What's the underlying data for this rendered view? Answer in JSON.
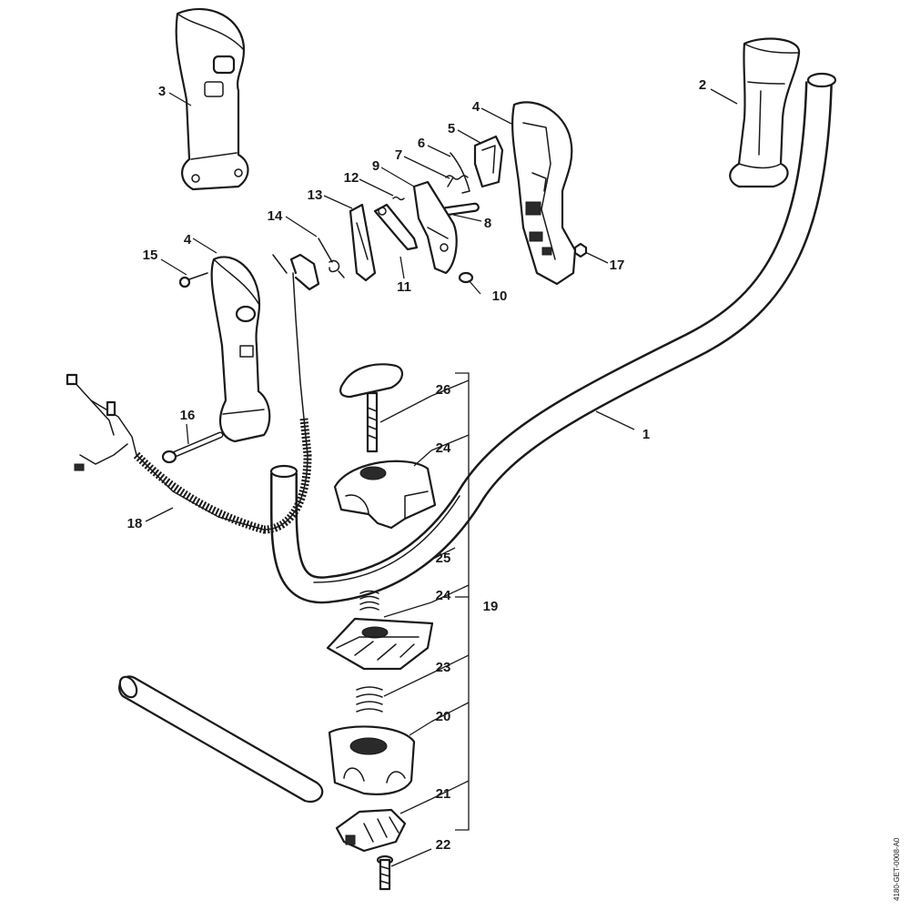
{
  "diagram": {
    "drawing_code": "4180-GET-0008-A0",
    "callouts": {
      "c1": "1",
      "c2": "2",
      "c3": "3",
      "c4a": "4",
      "c4b": "4",
      "c5": "5",
      "c6": "6",
      "c7": "7",
      "c8": "8",
      "c9": "9",
      "c10": "10",
      "c11": "11",
      "c12": "12",
      "c13": "13",
      "c14": "14",
      "c15": "15",
      "c16": "16",
      "c17": "17",
      "c18": "18",
      "c19": "19",
      "c20": "20",
      "c21": "21",
      "c22": "22",
      "c23": "23",
      "c24a": "24",
      "c24b": "24",
      "c25": "25",
      "c26": "26"
    }
  }
}
